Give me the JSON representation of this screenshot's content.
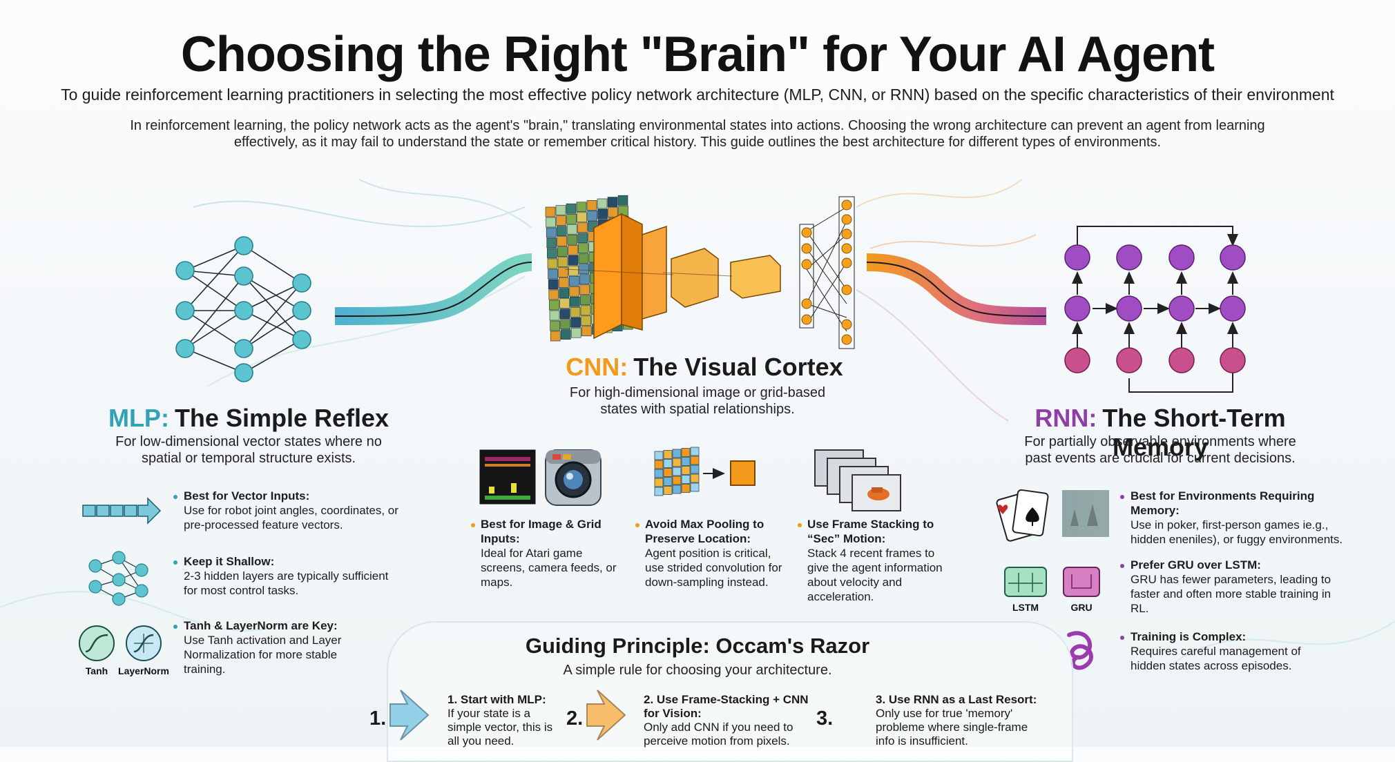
{
  "title": "Choosing the Right \"Brain\" for Your AI Agent",
  "subtitle": "To guide reinforcement learning practitioners in selecting the most effective policy network architecture (MLP, CNN, or RNN) based on the specific characteristics of their environment",
  "intro": "In reinforcement learning, the policy network acts as the agent's \"brain,\" translating environmental states into actions. Choosing the wrong architecture can prevent an agent from learning effectively, as it may fail to understand the state or remember critical history. This guide outlines the best architecture for different types of environments.",
  "colors": {
    "mlp": "#2fa3b5",
    "cnn": "#f39a1c",
    "rnn": "#8e3fa6",
    "text": "#1b1b1b"
  },
  "mlp": {
    "acronym": "MLP:",
    "name": "The Simple Reflex",
    "description": "For low-dimensional vector states where no spatial or temporal structure exists.",
    "features": [
      {
        "icon": "arrow-vector-icon",
        "title": "Best for Vector Inputs:",
        "text": "Use for robot joint angles, coordinates, or pre-processed feature vectors."
      },
      {
        "icon": "small-network-icon",
        "title": "Keep it Shallow:",
        "text": "2-3 hidden layers are typically sufficient for most control tasks."
      },
      {
        "icon": "tanh-layernorm-icon",
        "title": "Tanh & LayerNorm are Key:",
        "text": "Use Tanh activation and Layer Normalization for more stable training."
      }
    ],
    "icon_labels": [
      "Tanh",
      "LayerNorm"
    ]
  },
  "cnn": {
    "acronym": "CNN:",
    "name": "The Visual Cortex",
    "description": "For high-dimensional image or grid-based states with spatial relationships.",
    "features": [
      {
        "icon": "game-camera-icon",
        "title": "Best for Image & Grid Inputs:",
        "text": "Ideal for Atari game screens, camera feeds, or maps."
      },
      {
        "icon": "grid-to-square-icon",
        "title": "Avoid Max Pooling to Preserve Location:",
        "text": "Agent position is critical, use strided convolution for down-sampling instead."
      },
      {
        "icon": "frame-stack-icon",
        "title": "Use Frame Stacking to “Sec” Motion:",
        "text": "Stack 4 recent frames to give the agent information about velocity and acceleration."
      }
    ]
  },
  "rnn": {
    "acronym": "RNN:",
    "name": "The Short-Term Memory",
    "description": "For partially observable environments where past events are crucial for current decisions.",
    "features": [
      {
        "icon": "cards-fog-icon",
        "title": "Best for Environments Requiring Memory:",
        "text": "Use in poker, first-person games ie.g., hidden eneniles), or fuggy environments."
      },
      {
        "icon": "lstm-gru-icon",
        "title": "Prefer GRU over LSTM:",
        "text": "GRU has fewer parameters, leading to faster and often more stable training in RL."
      },
      {
        "icon": "tangle-icon",
        "title": "Training is Complex:",
        "text": "Requires careful management of hidden states across episodes."
      }
    ],
    "icon_labels": [
      "LSTM",
      "GRU"
    ]
  },
  "principle": {
    "title": "Guiding Principle: Occam's Razor",
    "subtitle": "A simple rule for choosing your architecture.",
    "steps": [
      {
        "num": "1.",
        "title": "1. Start with MLP:",
        "text": "If your state is a simple vector, this is all you need."
      },
      {
        "num": "2.",
        "title": "2. Use Frame-Stacking + CNN for Vision:",
        "text": "Only add CNN if you need to perceive motion from pixels."
      },
      {
        "num": "3.",
        "title": "3. Use RNN as a Last Resort:",
        "text": "Only use for true 'memory' probleme where single-frame info is insufficient."
      }
    ]
  }
}
